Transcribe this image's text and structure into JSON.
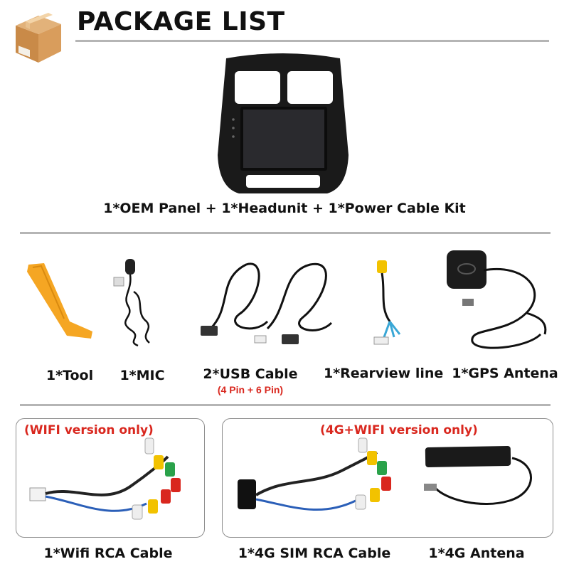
{
  "header": {
    "title": "PACKAGE LIST",
    "icon": "package-box-icon"
  },
  "main_item": {
    "caption": "1*OEM Panel + 1*Headunit + 1*Power Cable Kit"
  },
  "accessories": [
    {
      "caption": "1*Tool",
      "icon": "pry-tool-icon"
    },
    {
      "caption": "1*MIC",
      "icon": "microphone-icon"
    },
    {
      "caption": "2*USB Cable",
      "sub": "(4 Pin + 6 Pin)",
      "icon": "usb-cable-icon"
    },
    {
      "caption": "1*Rearview line",
      "icon": "rca-cable-icon"
    },
    {
      "caption": "1*GPS Antena",
      "icon": "gps-antenna-icon"
    }
  ],
  "versions": [
    {
      "note": "(WIFI version only)",
      "items": [
        "1*Wifi RCA Cable"
      ]
    },
    {
      "note": "(4G+WIFI version only)",
      "items": [
        "1*4G SIM RCA Cable",
        "1*4G Antena"
      ]
    }
  ],
  "colors": {
    "accent": "#d9271e",
    "divider": "#b5b5b5",
    "tool": "#f5a623"
  }
}
